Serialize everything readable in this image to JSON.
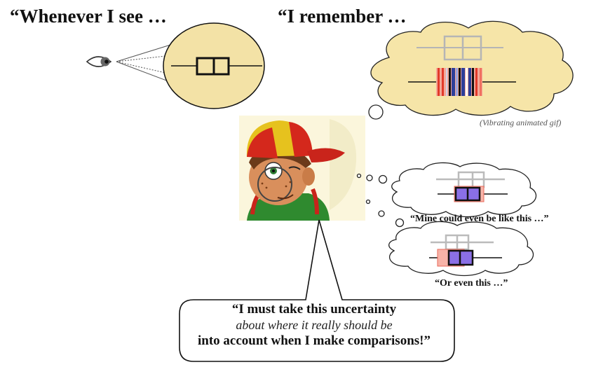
{
  "heading_left": "“Whenever I see …",
  "heading_right": "“I remember …",
  "thought_note": "(Vibrating animated gif)",
  "caption_1": "“Mine could even be like this …”",
  "caption_2": "“Or even this …”",
  "speech": {
    "line1": "“I must take this uncertainty",
    "line2": "about where it really should be",
    "line3": "into account when I make comparisons!”"
  },
  "colors": {
    "bubble_fill": "#f6e5a8",
    "lens_fill": "#f3e2a6",
    "stripe_blue": "#2d3f9a",
    "stripe_red": "#e23a2a",
    "box_blue_fill": "#8a6fe6",
    "ghost_gray": "#b5b5b5"
  },
  "icons": [
    "eye-icon",
    "boxplot-icon",
    "cartoon-character"
  ]
}
